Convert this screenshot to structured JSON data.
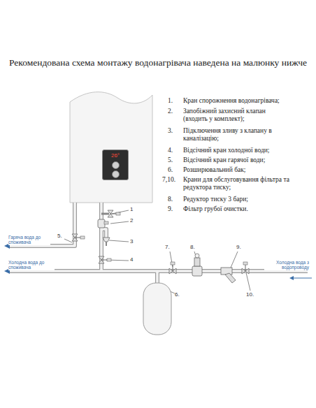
{
  "diagram": {
    "title": "Рекомендована схема монтажу водонагрівача наведена на малюнку нижче",
    "nodes": [
      {
        "text": [
          "26°"
        ]
      }
    ],
    "labels": [
      "1.",
      "Кран спорожнення водонагрівача;",
      "2.",
      "Запобіжний захисний клапан (входить у комплект);",
      "3.",
      "Підключення зливу з клапану в каналізацію;",
      "4.",
      "Відсічний кран холодної води;",
      "5.",
      "Відсічний кран гарячої води;",
      "6.",
      "Розширювальний бак;",
      "7,10.",
      "Крани для обслуговування фільтра та редуктора тиску;",
      "8.",
      "Редуктор тиску 3 бари;",
      "9.",
      "Фільтр грубої очистки.",
      "1",
      "2",
      "3",
      "4",
      "5.",
      "6.",
      "7.",
      "8.",
      "9.",
      "10.",
      "Гаряча вода до споживача",
      "Холодна вода до споживача",
      "Холодна вода з водопроводу"
    ]
  }
}
